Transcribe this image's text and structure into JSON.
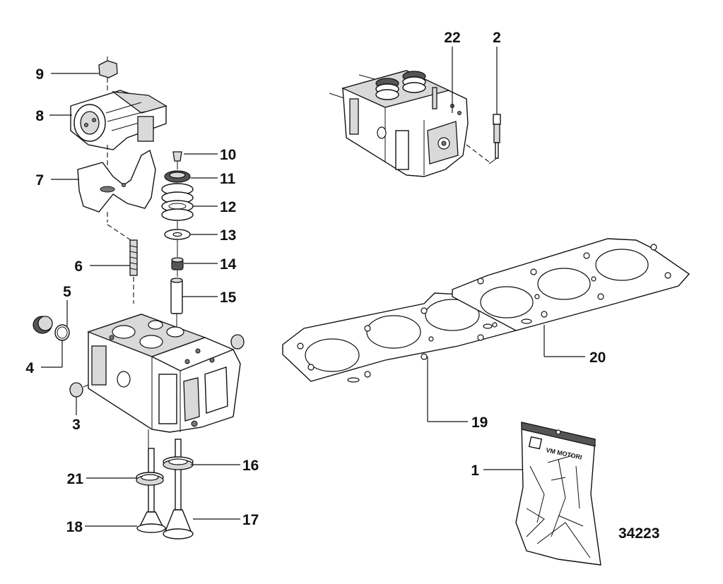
{
  "figure_number": "34223",
  "callouts": [
    {
      "id": "1",
      "label": "1"
    },
    {
      "id": "2",
      "label": "2"
    },
    {
      "id": "3",
      "label": "3"
    },
    {
      "id": "4",
      "label": "4"
    },
    {
      "id": "5",
      "label": "5"
    },
    {
      "id": "6",
      "label": "6"
    },
    {
      "id": "7",
      "label": "7"
    },
    {
      "id": "8",
      "label": "8"
    },
    {
      "id": "9",
      "label": "9"
    },
    {
      "id": "10",
      "label": "10"
    },
    {
      "id": "11",
      "label": "11"
    },
    {
      "id": "12",
      "label": "12"
    },
    {
      "id": "13",
      "label": "13"
    },
    {
      "id": "14",
      "label": "14"
    },
    {
      "id": "15",
      "label": "15"
    },
    {
      "id": "16",
      "label": "16"
    },
    {
      "id": "17",
      "label": "17"
    },
    {
      "id": "18",
      "label": "18"
    },
    {
      "id": "19",
      "label": "19"
    },
    {
      "id": "20",
      "label": "20"
    },
    {
      "id": "21",
      "label": "21"
    },
    {
      "id": "22",
      "label": "22"
    }
  ],
  "bag_logo_text": "VM MOTORI",
  "colors": {
    "ink": "#111111",
    "background": "#ffffff",
    "shade": "#d9d9d9"
  }
}
